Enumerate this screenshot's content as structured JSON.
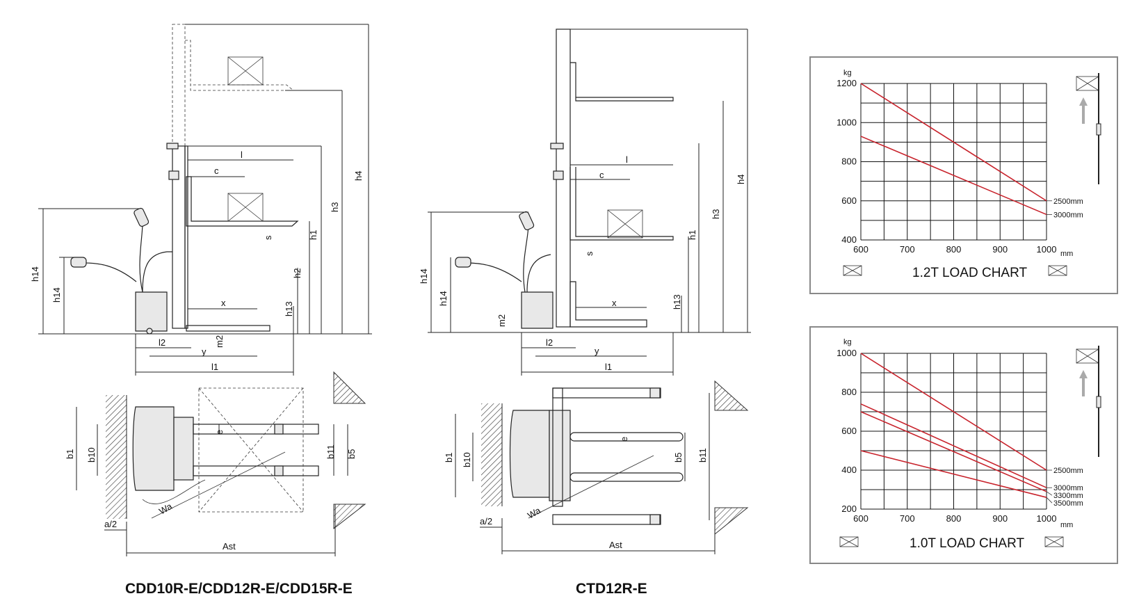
{
  "diagram_left": {
    "caption": "CDD10R-E/CDD12R-E/CDD15R-E",
    "side_labels": [
      "h4",
      "h3",
      "h1",
      "h2",
      "h13",
      "h14",
      "h14",
      "l",
      "c",
      "s",
      "x",
      "m2",
      "l2",
      "y",
      "l1"
    ],
    "top_labels": [
      "b1",
      "b10",
      "b11",
      "b5",
      "e",
      "Wa",
      "a/2",
      "Ast"
    ]
  },
  "diagram_right": {
    "caption": "CTD12R-E",
    "side_labels": [
      "h4",
      "h3",
      "h1",
      "h13",
      "h14",
      "h14",
      "l",
      "c",
      "s",
      "x",
      "m2",
      "l2",
      "y",
      "l1"
    ],
    "top_labels": [
      "b1",
      "b10",
      "b5",
      "b11",
      "e",
      "Wa",
      "a/2",
      "Ast"
    ]
  },
  "chart_data": [
    {
      "type": "line",
      "title": "1.2T LOAD CHART",
      "ylabel": "kg",
      "xlabel": "mm",
      "x_ticks": [
        600,
        700,
        800,
        900,
        1000
      ],
      "y_ticks": [
        400,
        600,
        800,
        1000,
        1200
      ],
      "xlim": [
        600,
        1000
      ],
      "ylim": [
        400,
        1200
      ],
      "grid": true,
      "series": [
        {
          "name": "2500mm",
          "x": [
            600,
            1000
          ],
          "y": [
            1200,
            600
          ]
        },
        {
          "name": "3000mm",
          "x": [
            600,
            1000
          ],
          "y": [
            930,
            530
          ]
        }
      ]
    },
    {
      "type": "line",
      "title": "1.0T LOAD CHART",
      "ylabel": "kg",
      "xlabel": "mm",
      "x_ticks": [
        600,
        700,
        800,
        900,
        1000
      ],
      "y_ticks": [
        200,
        400,
        600,
        800,
        1000
      ],
      "xlim": [
        600,
        1000
      ],
      "ylim": [
        200,
        1000
      ],
      "grid": true,
      "series": [
        {
          "name": "2500mm",
          "x": [
            600,
            1000
          ],
          "y": [
            1000,
            400
          ]
        },
        {
          "name": "3000mm",
          "x": [
            600,
            1000
          ],
          "y": [
            740,
            310
          ]
        },
        {
          "name": "3300mm",
          "x": [
            600,
            1000
          ],
          "y": [
            700,
            290
          ]
        },
        {
          "name": "3500mm",
          "x": [
            600,
            1000
          ],
          "y": [
            500,
            260
          ]
        }
      ]
    }
  ]
}
